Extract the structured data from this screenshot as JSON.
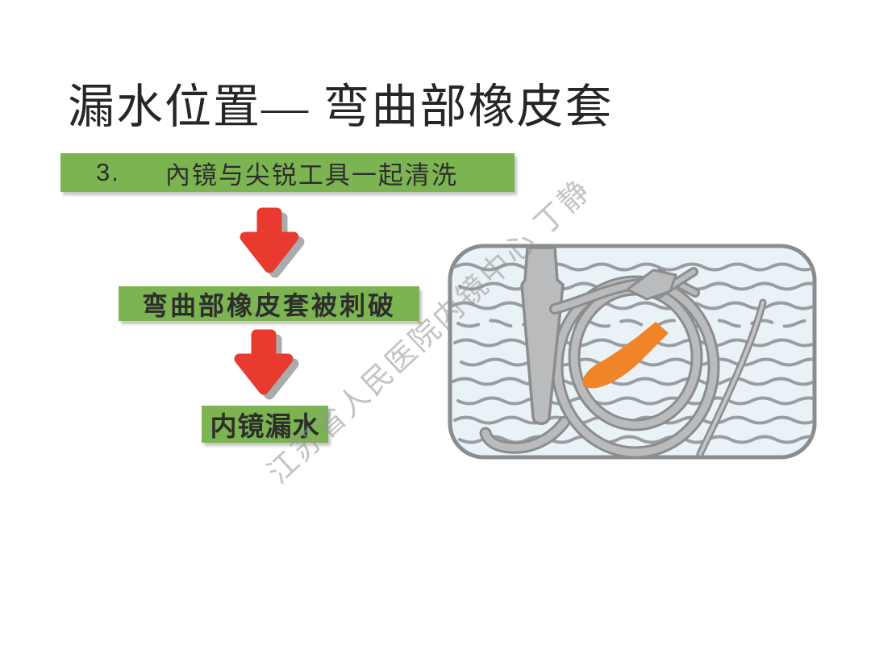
{
  "slide": {
    "title": "漏水位置— 弯曲部橡皮套",
    "watermark": "江苏省人民医院内镜中心 丁静",
    "background": "#FFFFFF"
  },
  "flow_diagram": {
    "step_number": "3.",
    "steps": [
      {
        "label": "內镜与尖锐工具一起清洗"
      },
      {
        "label": "弯曲部橡皮套被刺破"
      },
      {
        "label": "内镜漏水"
      }
    ],
    "connector_icon": "down-arrow-icon"
  },
  "illustration": {
    "name": "endoscope-soaking-in-sink-with-scalpel"
  },
  "colors": {
    "box_green": "#7CB452",
    "arrow_red": "#E93A2F",
    "arrow_shadow_gray": "#A9ABAD",
    "water_blue": "#E9F3F7",
    "wave_line_gray": "#9A9CA0",
    "tube_gray": "#B9BBBD",
    "outline_gray": "#8A8C8E",
    "scalpel_orange": "#F08428",
    "text_dark": "#2D2D2D",
    "watermark_gray": "#919191"
  }
}
